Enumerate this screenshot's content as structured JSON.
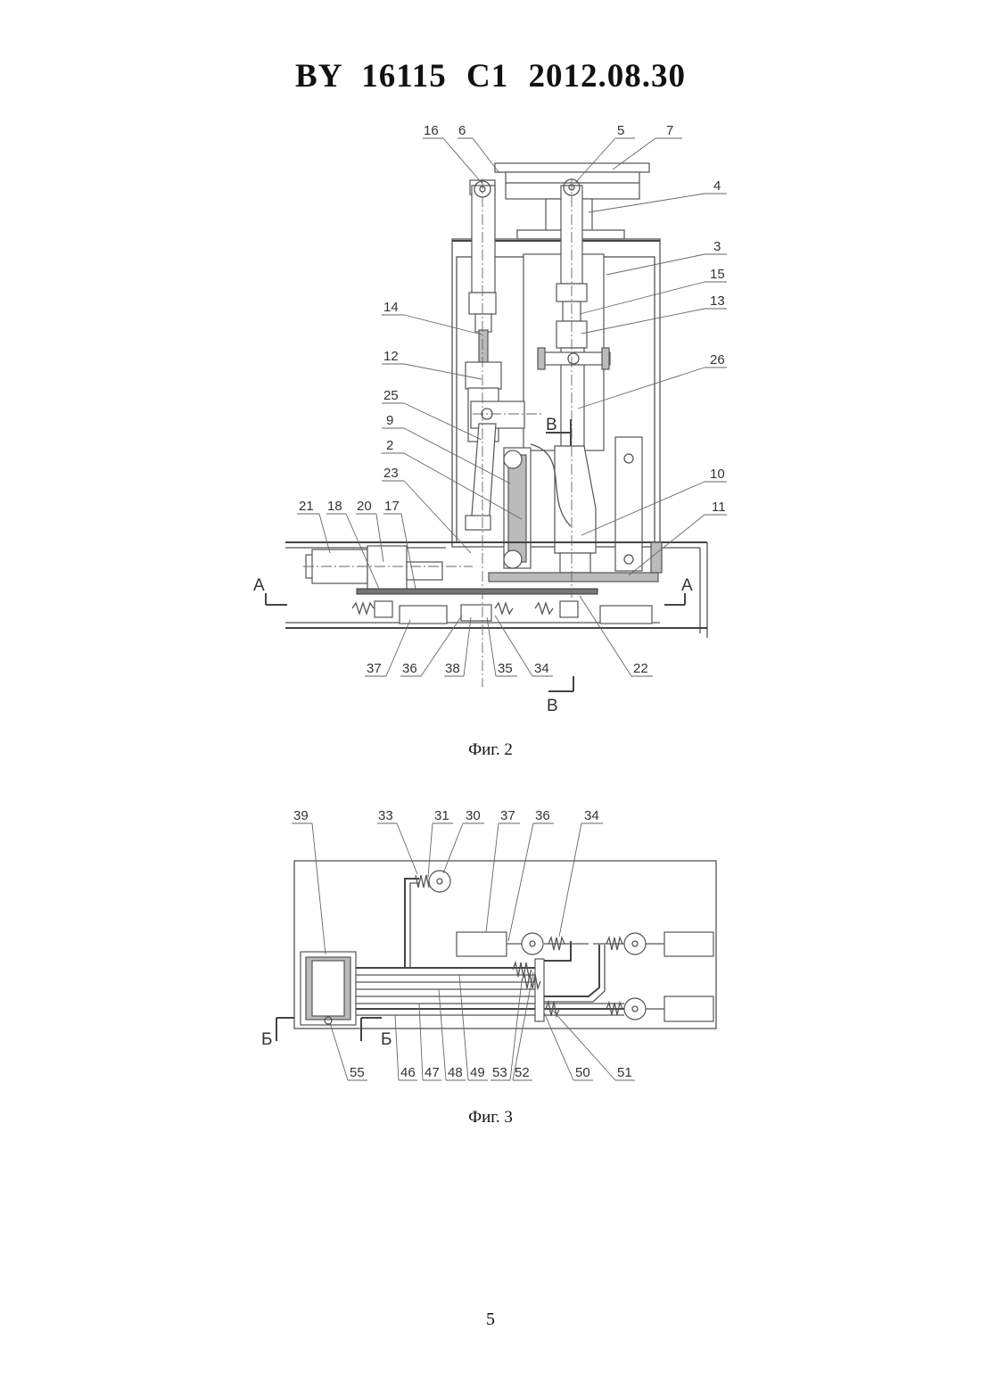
{
  "header": "BY  16115  C1  2012.08.30",
  "figures": [
    {
      "caption": "Фиг. 2",
      "part_labels": [
        "16",
        "6",
        "5",
        "7",
        "4",
        "3",
        "15",
        "13",
        "14",
        "12",
        "26",
        "25",
        "9",
        "2",
        "23",
        "10",
        "11",
        "21",
        "18",
        "20",
        "17",
        "22",
        "37",
        "36",
        "38",
        "35",
        "34"
      ],
      "section_marks": [
        "А",
        "А",
        "В",
        "В"
      ]
    },
    {
      "caption": "Фиг. 3",
      "part_labels": [
        "39",
        "33",
        "31",
        "30",
        "37",
        "36",
        "34",
        "55",
        "46",
        "47",
        "48",
        "49",
        "53",
        "52",
        "50",
        "51"
      ],
      "section_marks": [
        "Б",
        "Б"
      ]
    }
  ],
  "page_number": "5"
}
